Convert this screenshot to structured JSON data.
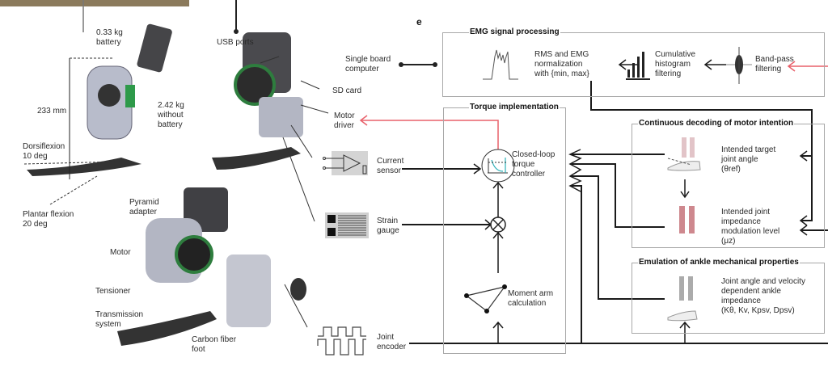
{
  "panel_e": {
    "letter": "e"
  },
  "hardware": {
    "battery": "0.33 kg\nbattery",
    "height": "233 mm",
    "weight": "2.42 kg\nwithout\nbattery",
    "dorsiflexion": "Dorsiflexion\n10 deg",
    "plantar": "Plantar flexion\n20 deg",
    "usb": "USB ports",
    "sbc": "Single board\ncomputer",
    "sd": "SD card",
    "motor_driver": "Motor\ndriver",
    "pyramid": "Pyramid\nadapter",
    "motor": "Motor",
    "tensioner": "Tensioner",
    "transmission": "Transmission\nsystem",
    "foot": "Carbon fiber\nfoot"
  },
  "sensors": {
    "current": "Current\nsensor",
    "strain": "Strain\ngauge",
    "encoder": "Joint\nencoder"
  },
  "emg": {
    "title": "EMG signal processing",
    "rms": "RMS and EMG\nnormalization\nwith {min, max}",
    "histogram": "Cumulative\nhistogram\nfiltering",
    "bandpass": "Band-pass\nfiltering"
  },
  "torque": {
    "title": "Torque implementation",
    "controller": "Closed-loop\ntorque\ncontroller",
    "moment": "Moment arm\ncalculation"
  },
  "decoding": {
    "title": "Continuous decoding of motor intention",
    "target": "Intended target\njoint angle\n(θref)",
    "impedance": "Intended joint\nimpedance\nmodulation level\n(μz)"
  },
  "emulation": {
    "title": "Emulation of ankle mechanical properties",
    "desc": "Joint angle and velocity\ndependent ankle\nimpedance\n(Kθ, Kv, Kpsv, Dpsv)"
  },
  "colors": {
    "signal_red": "#e8606a",
    "box_gray": "#a8a8a8",
    "line": "#1a1a1a"
  }
}
